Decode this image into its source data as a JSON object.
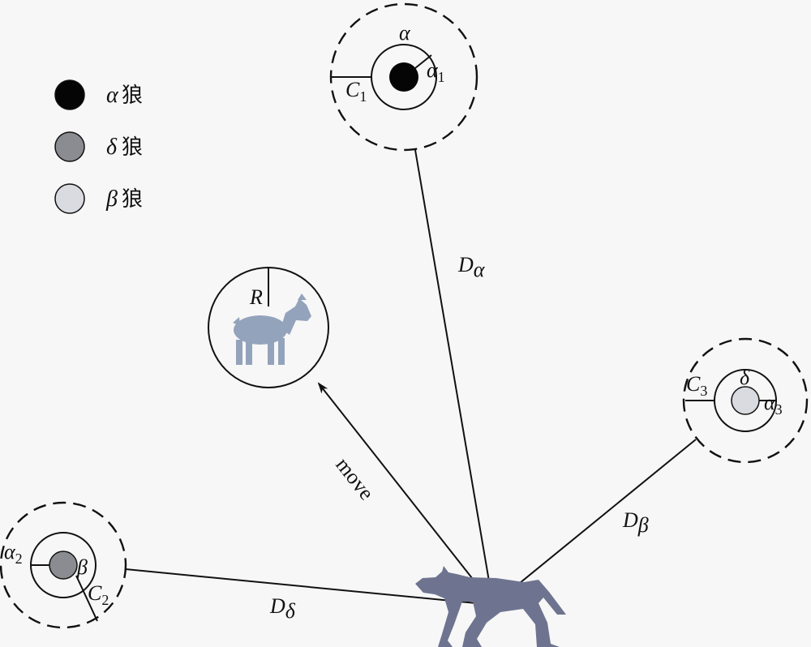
{
  "legend": [
    {
      "symbol": "α",
      "name": "狼",
      "color": "#050505"
    },
    {
      "symbol": "δ",
      "name": "狼",
      "color": "#8a8c91"
    },
    {
      "symbol": "β",
      "name": "狼",
      "color": "#d9dbe0"
    }
  ],
  "wolf_alpha": {
    "angle": "α",
    "coef": "C",
    "coef_sub": "1",
    "param": "α",
    "param_sub": "1"
  },
  "wolf_beta": {
    "angle": "δ",
    "coef": "C",
    "coef_sub": "3",
    "param": "α",
    "param_sub": "3"
  },
  "wolf_delta": {
    "angle": "β",
    "coef": "C",
    "coef_sub": "2",
    "param": "α",
    "param_sub": "2"
  },
  "prey": {
    "radius_label": "R"
  },
  "distances": {
    "alpha": {
      "main": "D",
      "sub": "α"
    },
    "beta": {
      "main": "D",
      "sub": "β"
    },
    "delta": {
      "main": "D",
      "sub": "δ"
    }
  },
  "move_label": "move",
  "colors": {
    "prey": "#94a3bc",
    "wolf": "#6e7490"
  }
}
